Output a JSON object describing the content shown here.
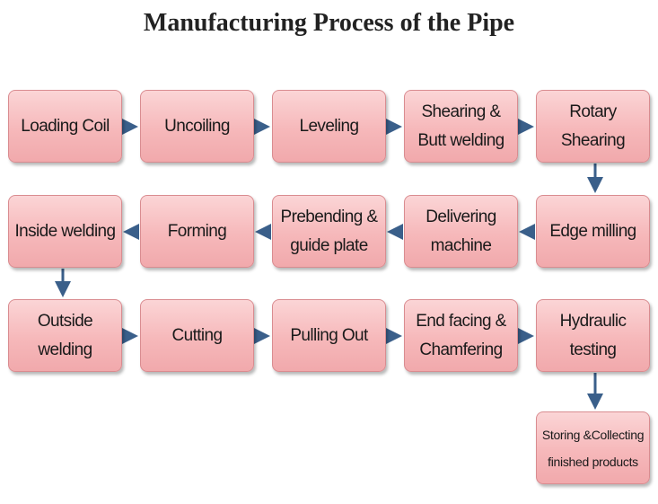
{
  "title": "Manufacturing Process of the Pipe",
  "steps": [
    "Loading Coil",
    "Uncoiling",
    "Leveling",
    "Shearing &\nButt welding",
    "Rotary\nShearing",
    "Edge milling",
    "Delivering\nmachine",
    "Prebending &\nguide plate",
    "Forming",
    "Inside welding",
    "Outside\nwelding",
    "Cutting",
    "Pulling Out",
    "End facing &\nChamfering",
    "Hydraulic\ntesting",
    "Storing &Collecting\nfinished products"
  ],
  "colors": {
    "box_fill": "#f6b8ba",
    "box_border": "#d98c90",
    "arrow": "#3a5f8a"
  }
}
